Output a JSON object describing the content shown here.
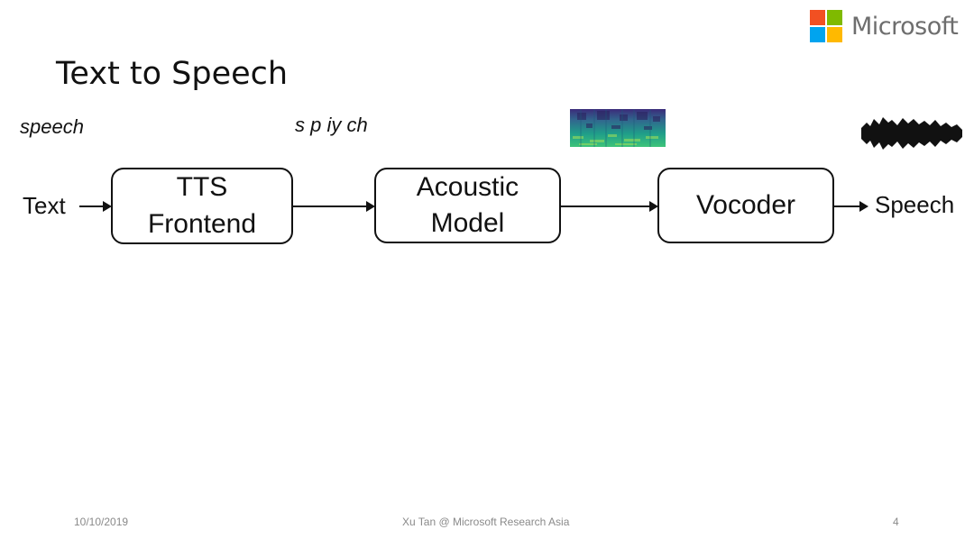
{
  "brand": {
    "name": "Microsoft",
    "colors": [
      "#f25022",
      "#7fba00",
      "#00a4ef",
      "#ffb900"
    ]
  },
  "slide": {
    "title": "Text to Speech"
  },
  "annotations": {
    "word": "speech",
    "phonemes": "s p iy ch",
    "spectrogram_icon": "mel-spectrogram-thumbnail",
    "waveform_icon": "audio-waveform-thumbnail"
  },
  "diagram": {
    "input_label": "Text",
    "output_label": "Speech",
    "blocks": [
      {
        "line1": "TTS",
        "line2": "Frontend"
      },
      {
        "line1": "Acoustic",
        "line2": "Model"
      },
      {
        "line1": "Vocoder",
        "line2": ""
      }
    ]
  },
  "footer": {
    "date": "10/10/2019",
    "author": "Xu Tan @ Microsoft Research Asia",
    "page": "4"
  }
}
